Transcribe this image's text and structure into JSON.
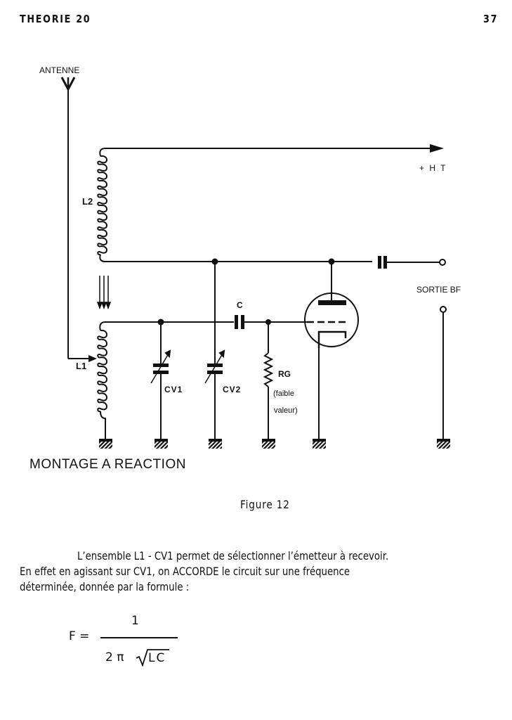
{
  "header": {
    "title": "THEORIE 20",
    "page_number": "37"
  },
  "diagram": {
    "labels": {
      "antenna": "ANTENNE",
      "l2": "L2",
      "l1": "L1",
      "ht": "+ H T",
      "cv1": "CV1",
      "cv2": "CV2",
      "c": "C",
      "rg": "RG",
      "rg_note_1": "(faible",
      "rg_note_2": "valeur)",
      "output": "SORTIE BF"
    },
    "caption": "MONTAGE A REACTION"
  },
  "figure_label": "Figure 12",
  "body": {
    "line1": "L’ensemble L1 - CV1 permet de sélectionner l’émetteur à recevoir.",
    "line2": "En effet en agissant sur CV1, on ACCORDE le circuit sur une fréquence",
    "line3": "déterminée, donnée par la formule :"
  },
  "formula": {
    "lhs": "F =",
    "numerator": "1",
    "denominator_prefix": "2 π",
    "radicand": "LC"
  }
}
